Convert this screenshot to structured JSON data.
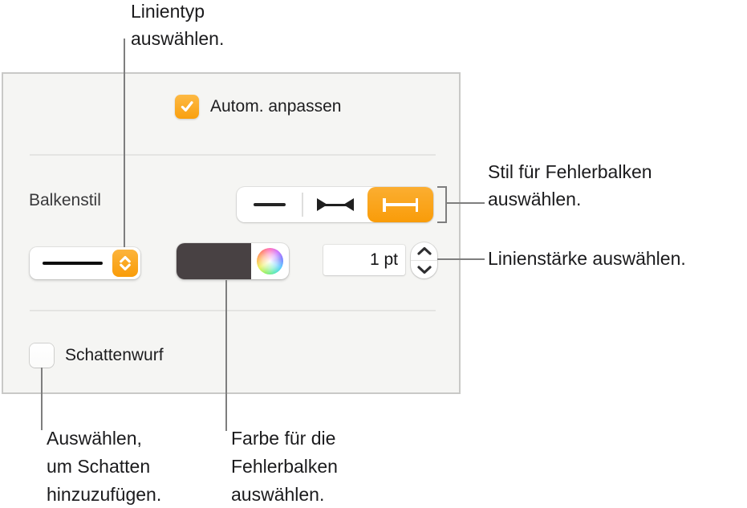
{
  "colors": {
    "accent_orange": "#f9a512",
    "panel_background": "#f5f5f3",
    "color_well_swatch": "#484143",
    "callout_line": "#7e7e7e"
  },
  "callout_linientyp": {
    "line1": "Linientyp",
    "line2": "auswählen."
  },
  "callout_stil": {
    "line1": "Stil für Fehlerbalken",
    "line2": "auswählen."
  },
  "callout_linienstaerke": {
    "text": "Linienstärke auswählen."
  },
  "callout_schatten": {
    "line1": "Auswählen,",
    "line2": "um Schatten",
    "line3": "hinzuzufügen."
  },
  "callout_farbe": {
    "line1": "Farbe für die",
    "line2": "Fehlerbalken",
    "line3": "auswählen."
  },
  "panel": {
    "auto_checkbox_label": "Autom. anpassen",
    "auto_checkbox_checked": true,
    "bar_style_label": "Balkenstil",
    "segments": [
      {
        "icon": "plain-line",
        "selected": false
      },
      {
        "icon": "line-with-arrow-caps",
        "selected": false
      },
      {
        "icon": "line-with-flat-caps",
        "selected": true
      }
    ],
    "line_width_value": "1 pt",
    "shadow_checkbox_label": "Schattenwurf",
    "shadow_checkbox_checked": false
  }
}
